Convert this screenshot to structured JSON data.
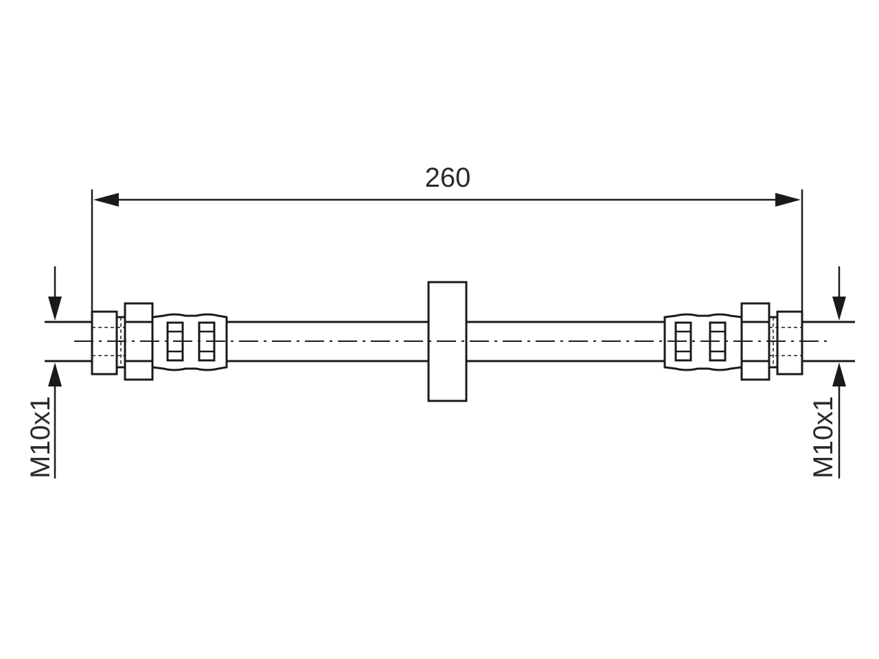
{
  "dimensions": {
    "overall_length": "260",
    "left_thread": "M10x1",
    "right_thread": "M10x1"
  },
  "colors": {
    "line": "#1a1a1a",
    "background": "#ffffff"
  }
}
